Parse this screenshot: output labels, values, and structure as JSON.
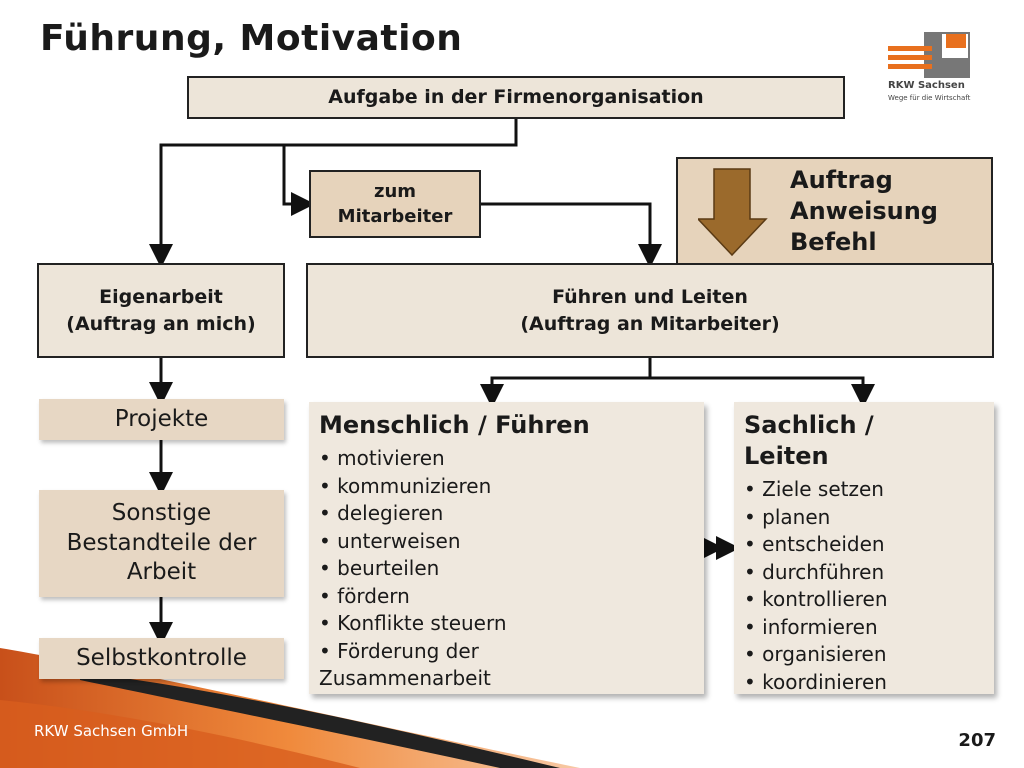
{
  "title": "Führung, Motivation",
  "logo": {
    "name": "RKW Sachsen",
    "tagline": "Wege für die Wirtschaft"
  },
  "top_box": "Aufgabe in der Firmenorganisation",
  "mitarbeiter_box": {
    "line1": "zum",
    "line2": "Mitarbeiter"
  },
  "auftrag_box": {
    "lines": [
      "Auftrag",
      "Anweisung",
      "Befehl"
    ]
  },
  "eigenarbeit_box": {
    "line1": "Eigenarbeit",
    "line2": "(Auftrag an mich)"
  },
  "fuehren_box": {
    "line1": "Führen und Leiten",
    "line2": "(Auftrag an Mitarbeiter)"
  },
  "left_column": {
    "projekte": "Projekte",
    "sonstige": {
      "line1": "Sonstige",
      "line2": "Bestandteile der",
      "line3": "Arbeit"
    },
    "selbstkontrolle": "Selbstkontrolle"
  },
  "menschlich": {
    "heading": "Menschlich / Führen",
    "items": [
      "• motivieren",
      "• kommunizieren",
      "• delegieren",
      "• unterweisen",
      "• beurteilen",
      "• fördern",
      "• Konflikte steuern",
      "• Förderung der",
      "Zusammenarbeit"
    ]
  },
  "sachlich": {
    "heading_line1": "Sachlich /",
    "heading_line2": "Leiten",
    "items": [
      "• Ziele setzen",
      "• planen",
      "• entscheiden",
      "• durchführen",
      "• kontrollieren",
      "• informieren",
      "• organisieren",
      "• koordinieren"
    ]
  },
  "footer": "RKW Sachsen GmbH",
  "page_number": "207",
  "colors": {
    "box_fill": "#ede5d9",
    "accent_orange": "#e8701e",
    "arrow_brown": "#9b6a2c",
    "soft_fill": "#e7d7c4"
  }
}
